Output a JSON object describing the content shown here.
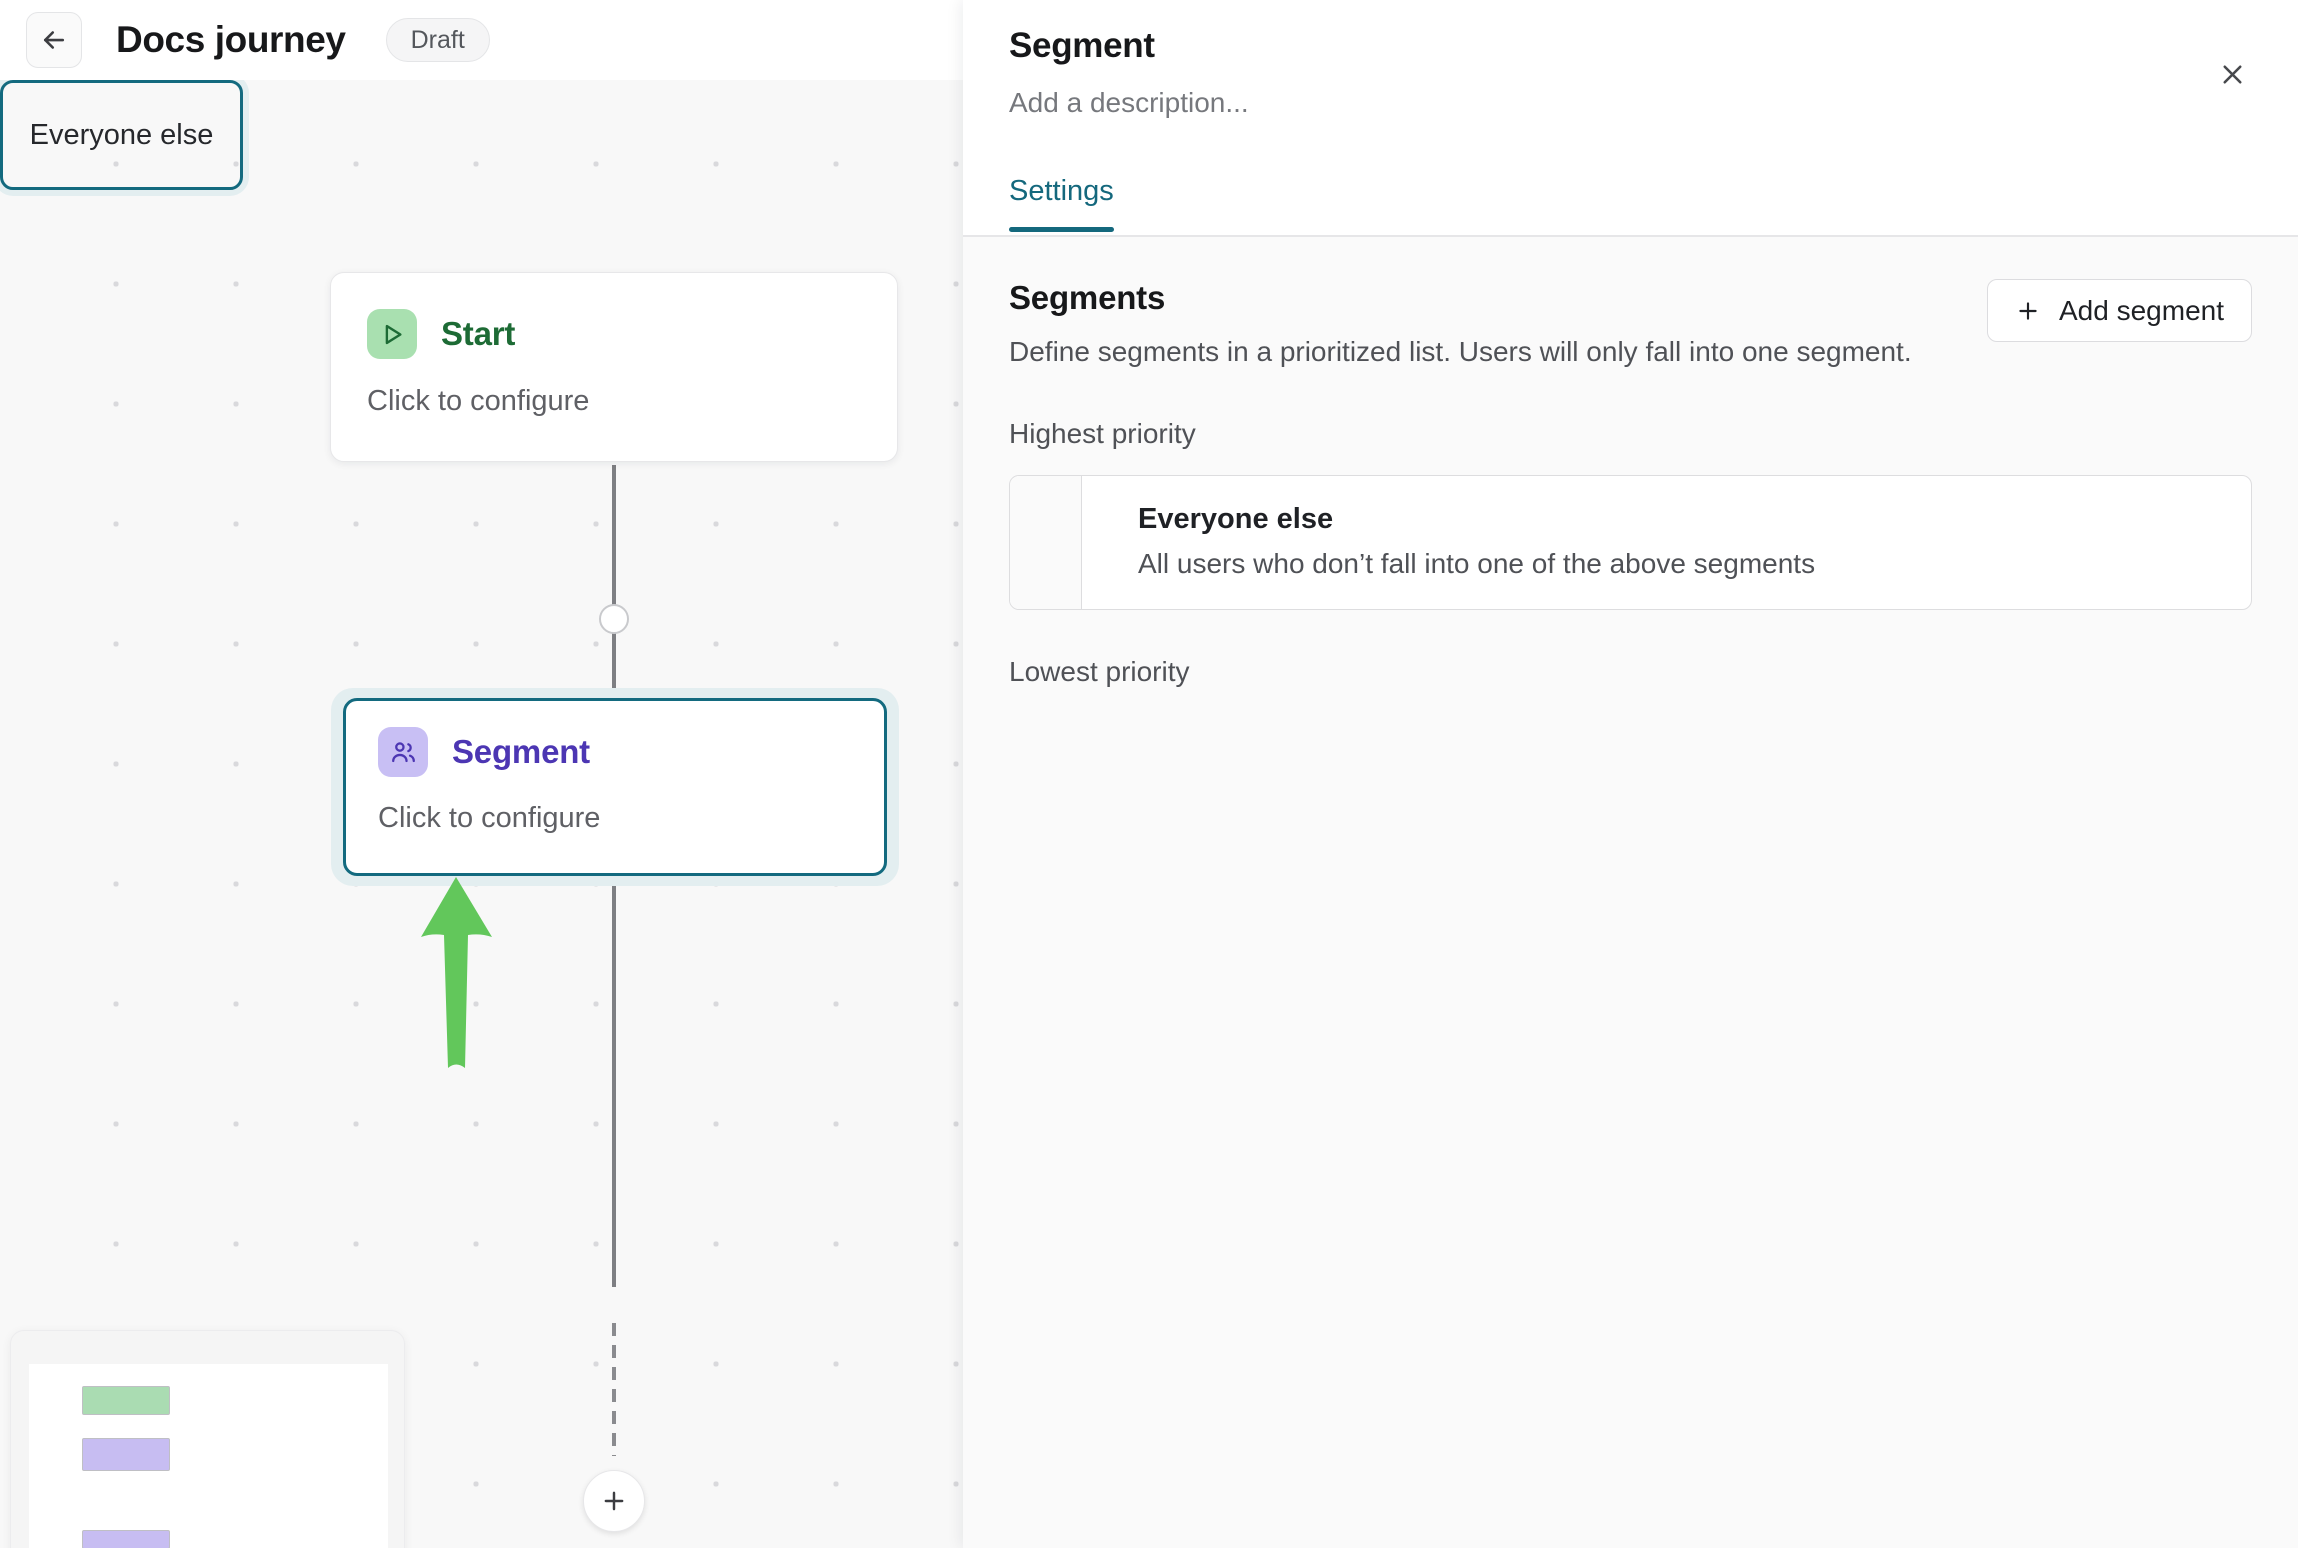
{
  "topbar": {
    "back_icon": "arrow-left-icon",
    "journey_title": "Docs journey",
    "status_badge": "Draft"
  },
  "canvas": {
    "nodes": [
      {
        "id": "start",
        "icon": "play-icon",
        "title": "Start",
        "subtitle": "Click to configure",
        "accent": "#1d6b35",
        "icon_bg": "#a9e0b0",
        "selected": false
      },
      {
        "id": "segment",
        "icon": "users-icon",
        "title": "Segment",
        "subtitle": "Click to configure",
        "accent": "#4c36b3",
        "icon_bg": "#c8bff4",
        "selected": true
      }
    ],
    "branch_node": {
      "label": "Everyone else",
      "selected": true
    },
    "add_node_button": {
      "icon": "plus-icon",
      "label": "+"
    },
    "annotation_arrow": {
      "shape": "arrow-up",
      "color": "#62c75b",
      "points_at": "segment"
    },
    "selection_color": "#136a7f",
    "selection_halo_color": "#e3eef0",
    "minimap": {
      "rects": [
        {
          "name": "start",
          "color": "#aadcb2"
        },
        {
          "name": "segment",
          "color": "#c7bdf2"
        },
        {
          "name": "everyone-else",
          "color": "#c7bdf2"
        }
      ]
    }
  },
  "panel": {
    "title": "Segment",
    "description_placeholder": "Add a description...",
    "close_icon": "close-icon",
    "tabs": [
      {
        "label": "Settings",
        "active": true
      }
    ],
    "accent_color": "#14687d",
    "section": {
      "title": "Segments",
      "description": "Define segments in a prioritized list. Users will only fall into one segment.",
      "add_button": {
        "icon": "plus-icon",
        "label": "Add segment"
      },
      "priority_high_label": "Highest priority",
      "priority_low_label": "Lowest priority",
      "segments": [
        {
          "title": "Everyone else",
          "subtitle": "All users who don’t fall into one of the above segments"
        }
      ]
    }
  }
}
